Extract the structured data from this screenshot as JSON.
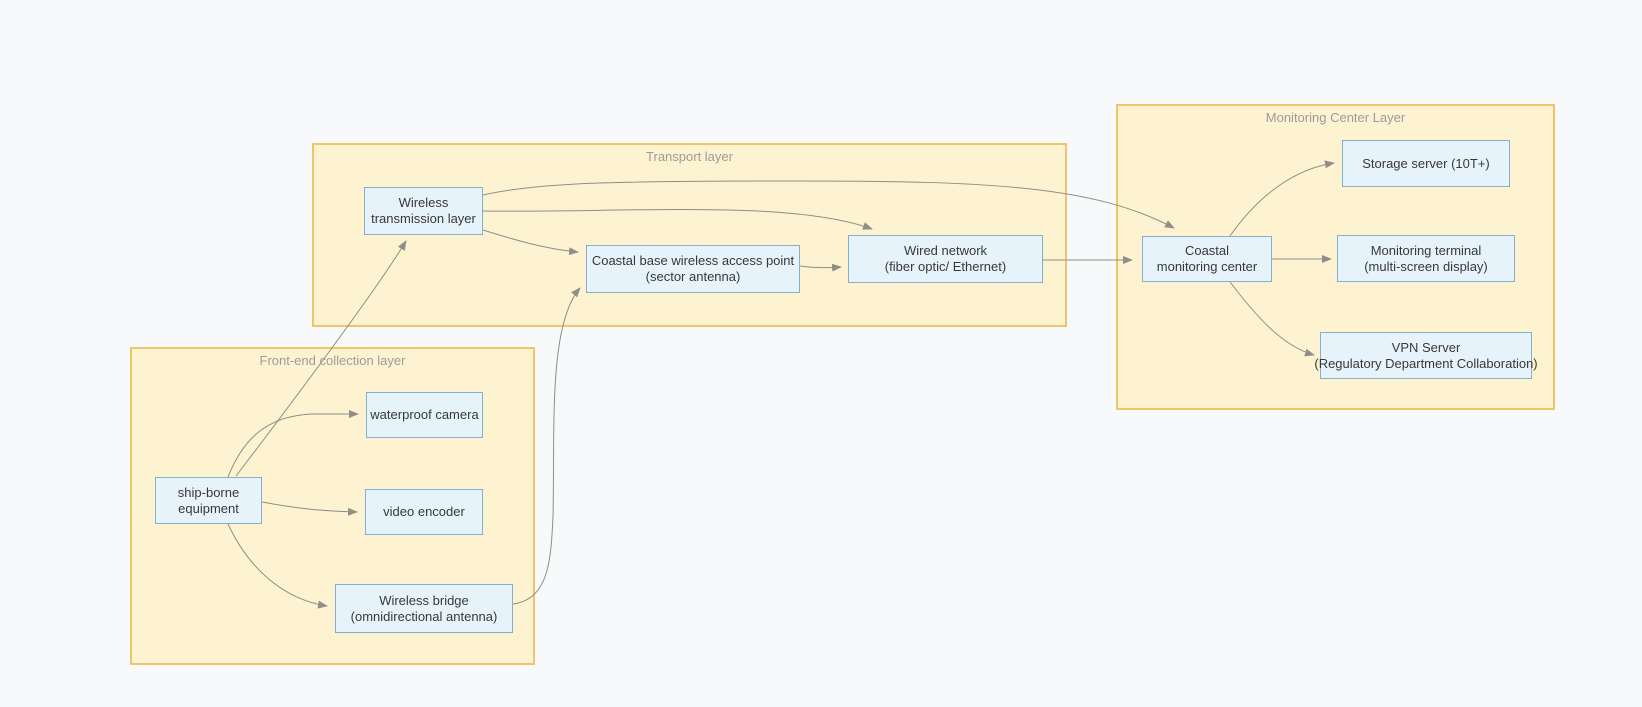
{
  "colors": {
    "background": "#f8f9fa",
    "container_fill": "#fdf3d0",
    "container_border": "#f0c469",
    "node_fill": "#e7f3fb",
    "node_border": "#86aecd",
    "edge": "#8f8f88",
    "title_text": "#9c9c9c",
    "node_text": "#383838"
  },
  "containers": {
    "front_end": {
      "title": "Front-end collection layer"
    },
    "transport": {
      "title": "Transport layer"
    },
    "monitoring": {
      "title": "Monitoring Center Layer"
    }
  },
  "nodes": {
    "ship_borne": {
      "label": "ship-borne\nequipment"
    },
    "camera": {
      "label": "waterproof camera"
    },
    "encoder": {
      "label": "video encoder"
    },
    "bridge": {
      "label": "Wireless bridge\n(omnidirectional antenna)"
    },
    "wtl": {
      "label": "Wireless\ntransmission layer"
    },
    "access_point": {
      "label": "Coastal base wireless access point\n(sector antenna)"
    },
    "wired": {
      "label": "Wired network\n(fiber optic/ Ethernet)"
    },
    "cmc": {
      "label": "Coastal\nmonitoring center"
    },
    "storage": {
      "label": "Storage server (10T+)"
    },
    "terminal": {
      "label": "Monitoring terminal\n(multi-screen display)"
    },
    "vpn": {
      "label": "VPN Server\n(Regulatory Department Collaboration)"
    }
  },
  "edges": [
    {
      "from": "ship_borne",
      "to": "camera"
    },
    {
      "from": "ship_borne",
      "to": "wtl"
    },
    {
      "from": "ship_borne",
      "to": "encoder"
    },
    {
      "from": "ship_borne",
      "to": "bridge"
    },
    {
      "from": "bridge",
      "to": "access_point"
    },
    {
      "from": "wtl",
      "to": "access_point"
    },
    {
      "from": "wtl",
      "to": "wired"
    },
    {
      "from": "wtl",
      "to": "cmc"
    },
    {
      "from": "access_point",
      "to": "wired"
    },
    {
      "from": "wired",
      "to": "cmc"
    },
    {
      "from": "cmc",
      "to": "storage"
    },
    {
      "from": "cmc",
      "to": "terminal"
    },
    {
      "from": "cmc",
      "to": "vpn"
    }
  ]
}
